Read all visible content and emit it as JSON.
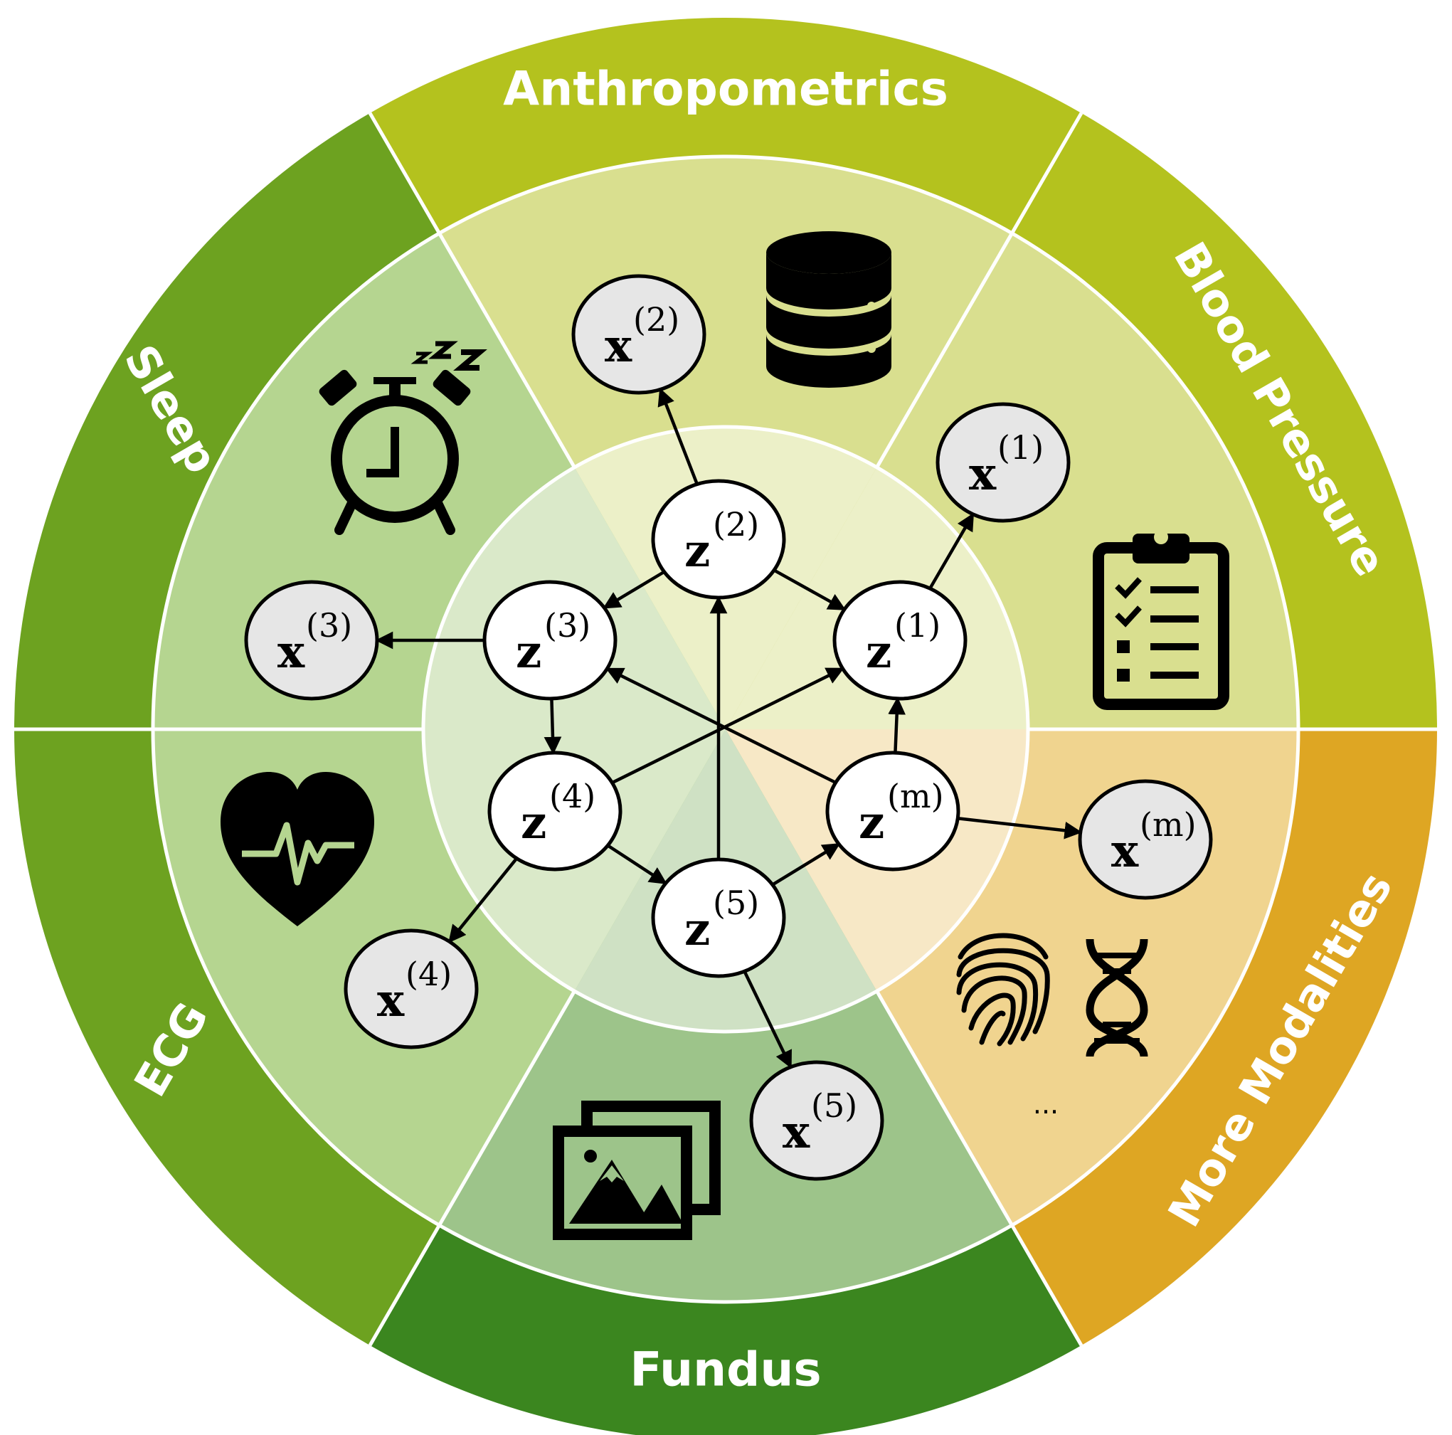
{
  "segments": [
    {
      "id": "anthropometrics",
      "label": "Anthropometrics",
      "icon": "database-icon",
      "colors": {
        "outer": "#b4c21e",
        "middle": "#d9df8f",
        "inner": "#ecf0c8"
      }
    },
    {
      "id": "blood-pressure",
      "label": "Blood Pressure",
      "icon": "clipboard-checklist-icon",
      "colors": {
        "outer": "#b4c21e",
        "middle": "#d9df8f",
        "inner": "#ecf0c8"
      }
    },
    {
      "id": "more-modalities",
      "label": "More Modalities",
      "icon": "fingerprint-icon",
      "colors": {
        "outer": "#dea623",
        "middle": "#f0d48f",
        "inner": "#f7e8c6"
      }
    },
    {
      "id": "fundus",
      "label": "Fundus",
      "icon": "image-gallery-icon",
      "colors": {
        "outer": "#3b861f",
        "middle": "#9dc48a",
        "inner": "#cfe1c4"
      }
    },
    {
      "id": "ecg",
      "label": "ECG",
      "icon": "heart-ecg-icon",
      "colors": {
        "outer": "#6da220",
        "middle": "#b5d590",
        "inner": "#dae9c9"
      }
    },
    {
      "id": "sleep",
      "label": "Sleep",
      "icon": "alarm-clock-sleep-icon",
      "colors": {
        "outer": "#6da220",
        "middle": "#b5d590",
        "inner": "#dae9c9"
      }
    }
  ],
  "nodes": {
    "latent": [
      {
        "id": "z1",
        "var": "z",
        "sup": "(1)"
      },
      {
        "id": "z2",
        "var": "z",
        "sup": "(2)"
      },
      {
        "id": "z3",
        "var": "z",
        "sup": "(3)"
      },
      {
        "id": "z4",
        "var": "z",
        "sup": "(4)"
      },
      {
        "id": "z5",
        "var": "z",
        "sup": "(5)"
      },
      {
        "id": "zm",
        "var": "z",
        "sup": "(m)"
      }
    ],
    "observed": [
      {
        "id": "x1",
        "var": "x",
        "sup": "(1)"
      },
      {
        "id": "x2",
        "var": "x",
        "sup": "(2)"
      },
      {
        "id": "x3",
        "var": "x",
        "sup": "(3)"
      },
      {
        "id": "x4",
        "var": "x",
        "sup": "(4)"
      },
      {
        "id": "x5",
        "var": "x",
        "sup": "(5)"
      },
      {
        "id": "xm",
        "var": "x",
        "sup": "(m)"
      }
    ]
  },
  "edges": [
    [
      "z2",
      "x2"
    ],
    [
      "z1",
      "x1"
    ],
    [
      "z3",
      "x3"
    ],
    [
      "z4",
      "x4"
    ],
    [
      "z5",
      "x5"
    ],
    [
      "zm",
      "xm"
    ],
    [
      "z2",
      "z3"
    ],
    [
      "z2",
      "z1"
    ],
    [
      "z3",
      "z4"
    ],
    [
      "z4",
      "z5"
    ],
    [
      "z5",
      "zm"
    ],
    [
      "z5",
      "z2"
    ],
    [
      "zm",
      "z1"
    ],
    [
      "zm",
      "z3"
    ],
    [
      "z4",
      "z1"
    ]
  ],
  "extra_icons": [
    "dna-icon",
    "sleep-zzz-icon"
  ],
  "ellipsis": "...",
  "colors": {
    "divider": "#ffffff",
    "node_latent": "#ffffff",
    "node_observed": "#e6e6e6",
    "stroke": "#000000"
  }
}
